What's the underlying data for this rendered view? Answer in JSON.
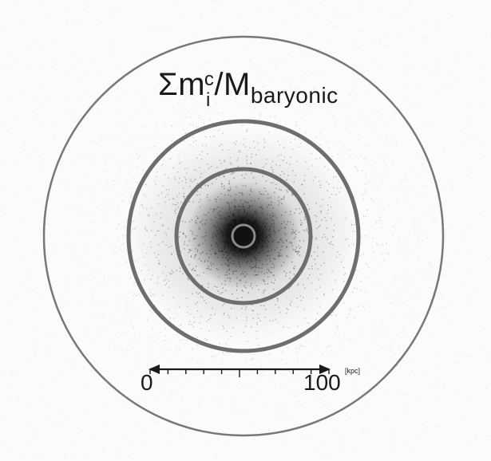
{
  "formula": {
    "symbol": "Σm",
    "sub": "i",
    "sup": "c",
    "slash_M": "/M",
    "subscript": "baryonic"
  },
  "scale_bar": {
    "start_label": "0",
    "end_label": "100",
    "unit": "[kpc]"
  },
  "colors": {
    "ring": "#6e6e6e",
    "ink": "#1a1a1a",
    "background": "#fbfbfb"
  }
}
